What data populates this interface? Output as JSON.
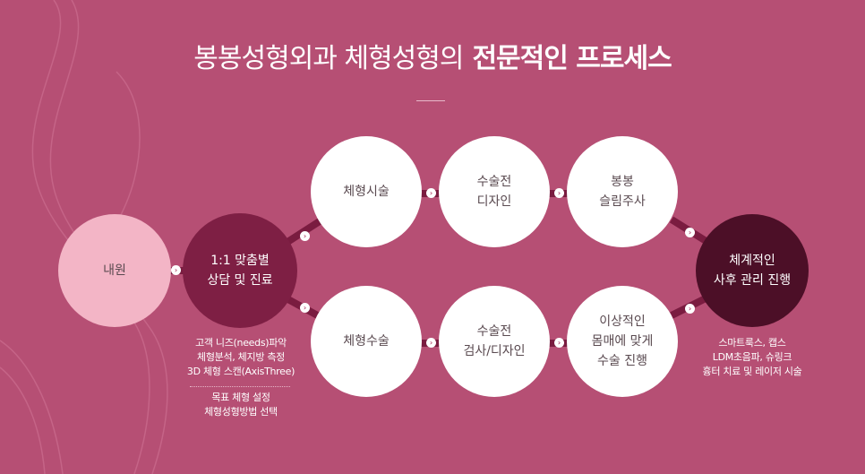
{
  "title": {
    "light": "봉봉성형외과 체형성형의",
    "bold": "전문적인 프로세스"
  },
  "nodes": {
    "consult_visit": "내원",
    "one_on_one": "1:1 맞춤별\n상담 및 진료",
    "body_procedure": "체형시술",
    "procedure_design": "수술전\n디자인",
    "bongbong_injection": "봉봉\n슬림주사",
    "body_surgery": "체형수술",
    "surgery_exam": "수술전\n검사/디자인",
    "ideal_surgery": "이상적인\n몸매에 맞게\n수술 진행",
    "aftercare": "체계적인\n사후 관리 진행"
  },
  "notes": {
    "analysis": "고객 니즈(needs)파악\n체형분석, 체지방 측정\n3D 체형 스캔(AxisThree)",
    "goal": "목표 체형 설정\n체형성형방법 선택",
    "aftercare": "스마트룩스, 캡스\nLDM초음파, 슈링크\n흉터 치료 및 레이저 시술"
  },
  "arrow_glyph": "›",
  "colors": {
    "background": "#b64f74",
    "node_white": "#ffffff",
    "node_pink": "#f3b5c6",
    "node_mid": "#7e1f44",
    "node_dark": "#4c0f27",
    "connector": "#7a1c40"
  }
}
